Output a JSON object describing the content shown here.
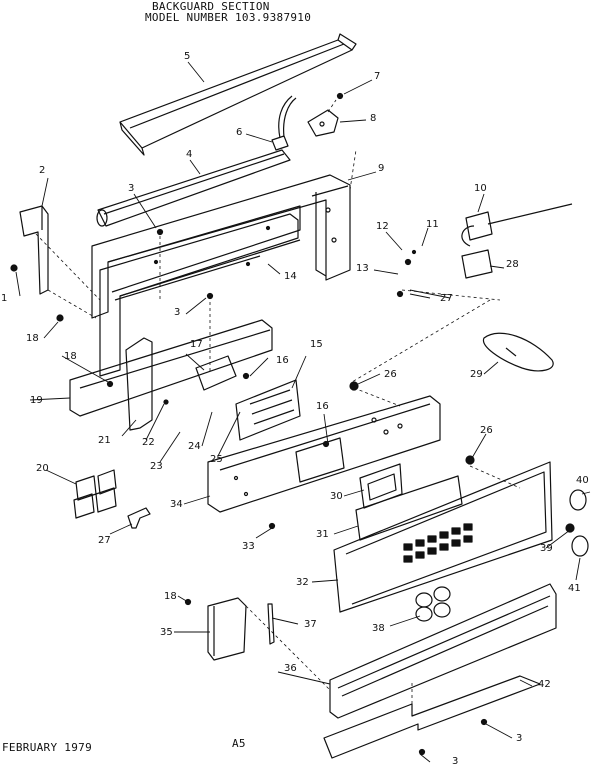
{
  "header": {
    "line1": "BACKGUARD SECTION",
    "line2": "MODEL NUMBER 103.9387910"
  },
  "footer": {
    "date": "FEBRUARY 1979",
    "page": "A5"
  },
  "callouts": [
    "1",
    "2",
    "3",
    "3",
    "3",
    "3",
    "4",
    "5",
    "6",
    "7",
    "8",
    "9",
    "10",
    "11",
    "12",
    "13",
    "14",
    "15",
    "16",
    "16",
    "17",
    "18",
    "18",
    "18",
    "19",
    "20",
    "21",
    "22",
    "23",
    "24",
    "25",
    "26",
    "26",
    "27",
    "27",
    "28",
    "29",
    "30",
    "31",
    "32",
    "33",
    "34",
    "35",
    "36",
    "37",
    "38",
    "39",
    "40",
    "41",
    "42"
  ]
}
